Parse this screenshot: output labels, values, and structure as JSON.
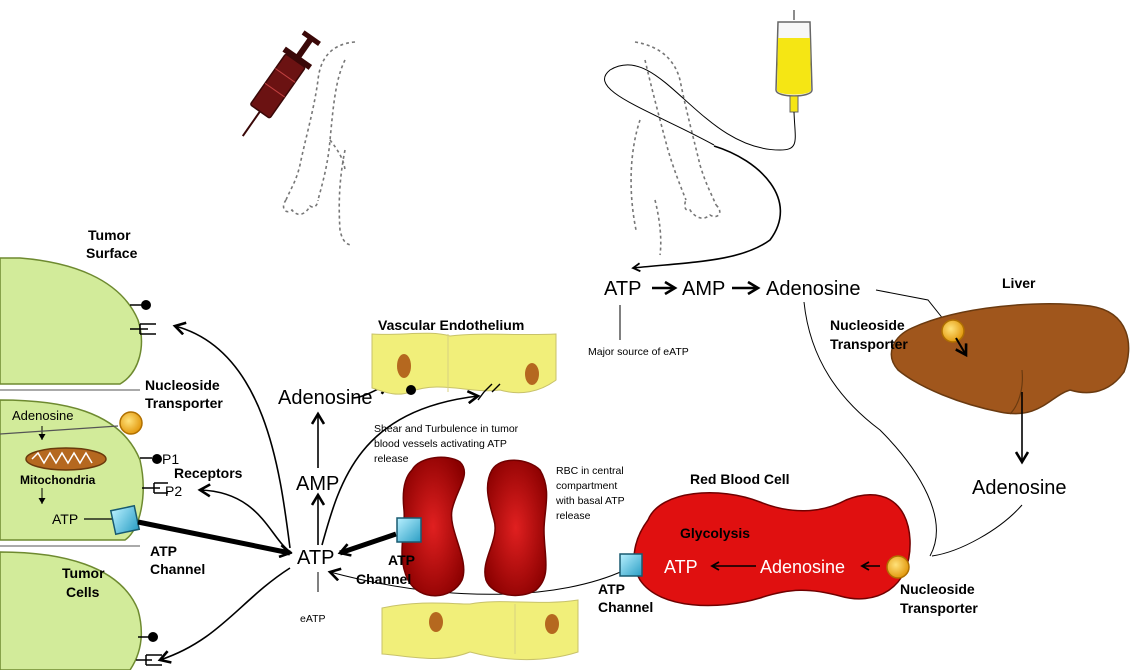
{
  "labels": {
    "tumor_surface_1": "Tumor",
    "tumor_surface_2": "Surface",
    "nucleoside_transporter_left_1": "Nucleoside",
    "nucleoside_transporter_left_2": "Transporter",
    "adenosine_tumor": "Adenosine",
    "mitochondria": "Mitochondria",
    "p1": "P1",
    "p2": "P2",
    "receptors": "Receptors",
    "atp_tumor": "ATP",
    "atp_channel_left_1": "ATP",
    "atp_channel_left_2": "Channel",
    "tumor_cells_1": "Tumor",
    "tumor_cells_2": "Cells",
    "adenosine_center": "Adenosine",
    "amp_center": "AMP",
    "atp_center": "ATP",
    "eatp": "eATP",
    "vascular_endothelium": "Vascular Endothelium",
    "shear_1": "Shear and Turbulence in tumor",
    "shear_2": "blood vessels activating ATP",
    "shear_3": "release",
    "atp_channel_mid_1": "ATP",
    "atp_channel_mid_2": "Channel",
    "rbc_central_1": "RBC in central",
    "rbc_central_2": "compartment",
    "rbc_central_3": "with basal ATP",
    "rbc_central_4": "release",
    "atp_top": "ATP",
    "amp_top": "AMP",
    "adenosine_top": "Adenosine",
    "major_source": "Major source of eATP",
    "liver": "Liver",
    "nucleoside_transporter_liver_1": "Nucleoside",
    "nucleoside_transporter_liver_2": "Transporter",
    "adenosine_right": "Adenosine",
    "red_blood_cell": "Red Blood Cell",
    "glycolysis": "Glycolysis",
    "atp_rbc": "ATP",
    "adenosine_rbc": "Adenosine",
    "atp_channel_right_1": "ATP",
    "atp_channel_right_2": "Channel",
    "nucleoside_transporter_right_1": "Nucleoside",
    "nucleoside_transporter_right_2": "Transporter"
  },
  "colors": {
    "tumor_green": "#d2eb9a",
    "endothelium_yellow": "#f1ef7a",
    "nucleus_brown": "#b5681f",
    "rbc_red": "#e01010",
    "rbc_dark": "#a00000",
    "liver_brown": "#a0561c",
    "transporter_orange": "#f2b321",
    "channel_blue": "#4ec2e0",
    "iv_bag_yellow": "#f5e614",
    "syringe_red": "#7a1818"
  }
}
